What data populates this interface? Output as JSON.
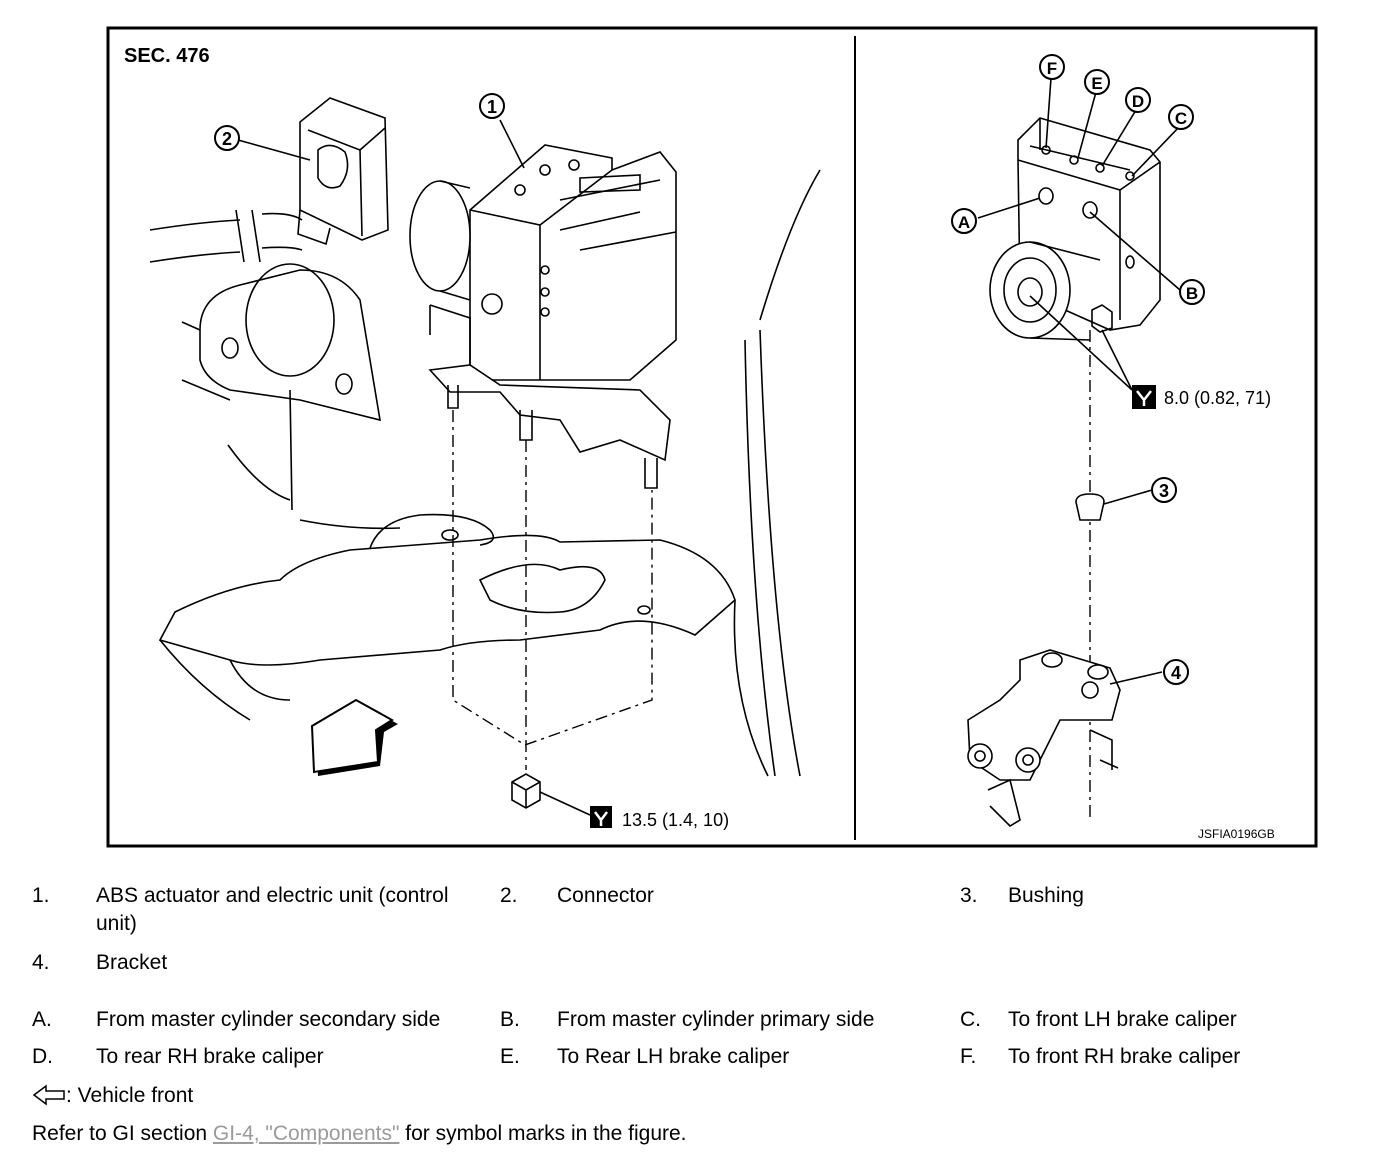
{
  "figure": {
    "section_label": "SEC. 476",
    "figure_code": "JSFIA0196GB",
    "torque_left": "13.5 (1.4, 10)",
    "torque_right": "8.0 (0.82, 71)",
    "callouts_numeric": [
      "1",
      "2",
      "3",
      "4"
    ],
    "callouts_letter": [
      "A",
      "B",
      "C",
      "D",
      "E",
      "F"
    ]
  },
  "legend": {
    "items": [
      {
        "num": "1.",
        "text": "ABS actuator and electric unit (control",
        "text2": "unit)"
      },
      {
        "num": "2.",
        "text": "Connector"
      },
      {
        "num": "3.",
        "text": "Bushing"
      },
      {
        "num": "4.",
        "text": "Bracket"
      },
      {
        "num": "A.",
        "text": "From master cylinder secondary side"
      },
      {
        "num": "B.",
        "text": "From master cylinder primary side"
      },
      {
        "num": "C.",
        "text": "To front LH brake caliper"
      },
      {
        "num": "D.",
        "text": "To rear RH brake caliper"
      },
      {
        "num": "E.",
        "text": "To Rear LH brake caliper"
      },
      {
        "num": "F.",
        "text": "To front RH brake caliper"
      }
    ],
    "vehicle_front": ": Vehicle front",
    "refer_prefix": "Refer to GI section ",
    "refer_link": "GI-4, \"Components\"",
    "refer_suffix": " for symbol marks in the figure."
  }
}
